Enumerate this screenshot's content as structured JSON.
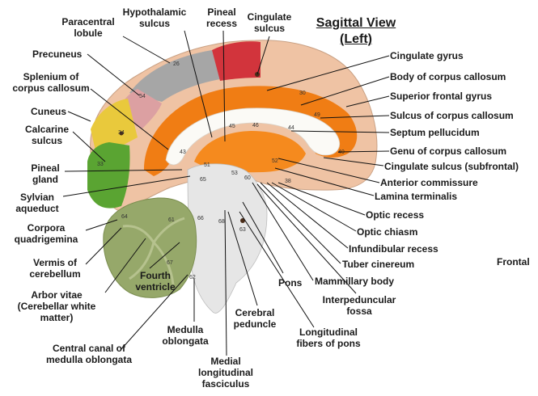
{
  "title": "Sagittal View\n(Left)",
  "orientation_label": "Frontal",
  "labels": {
    "paracentral_lobule": "Paracentral\nlobule",
    "hypothalamic_sulcus": "Hypothalamic\nsulcus",
    "pineal_recess": "Pineal\nrecess",
    "cingulate_sulcus": "Cingulate\nsulcus",
    "precuneus": "Precuneus",
    "splenium": "Splenium of\ncorpus callosum",
    "cuneus": "Cuneus",
    "calcarine_sulcus": "Calcarine\nsulcus",
    "pineal_gland": "Pineal\ngland",
    "sylvian_aqueduct": "Sylvian\naqueduct",
    "corpora_quadrigemina": "Corpora\nquadrigemina",
    "vermis": "Vermis of\ncerebellum",
    "arbor_vitae": "Arbor vitae\n(Cerebellar white\nmatter)",
    "fourth_ventricle": "Fourth\nventricle",
    "central_canal": "Central canal of\nmedulla oblongata",
    "medulla": "Medulla\noblongata",
    "medial_fasciculus": "Medial\nlongitudinal\nfasciculus",
    "cerebral_peduncle": "Cerebral\npeduncle",
    "pons": "Pons",
    "longitudinal_fibers": "Longitudinal\nfibers of pons",
    "interpeduncular_fossa": "Interpeduncular\nfossa",
    "mammillary_body": "Mammillary body",
    "tuber_cinereum": "Tuber cinereum",
    "infundibular_recess": "Infundibular recess",
    "optic_chiasm": "Optic chiasm",
    "optic_recess": "Optic recess",
    "lamina_terminalis": "Lamina terminalis",
    "anterior_commissure": "Anterior commissure",
    "cingulate_sulcus_subfrontal": "Cingulate sulcus (subfrontal)",
    "genu": "Genu of corpus callosum",
    "septum_pellucidum": "Septum pellucidum",
    "sulcus_corpus_callosum": "Sulcus of corpus callosum",
    "superior_frontal_gyrus": "Superior frontal gyrus",
    "body_corpus_callosum": "Body of corpus callosum",
    "cingulate_gyrus": "Cingulate gyrus"
  },
  "model_numbers": {
    "n1": "26",
    "n2": "54",
    "n3": "34",
    "n4": "33",
    "n5": "43",
    "n6": "45",
    "n7": "51",
    "n8": "65",
    "n9": "64",
    "n10": "61",
    "n11": "67",
    "n12": "62",
    "n13": "68",
    "n14": "53",
    "n15": "60",
    "n16": "63",
    "n17": "66",
    "n18": "40",
    "n19": "52",
    "n20": "38",
    "n21": "44",
    "n22": "49",
    "n23": "30",
    "n24": "46"
  },
  "colors": {
    "cortex": "#efc3a4",
    "cingulate": "#f07d14",
    "corpus_callosum": "#fbfaf6",
    "paracentral": "#a6a6a6",
    "pink_gyrus": "#dca0a2",
    "red_region": "#d2343c",
    "yellow": "#e9c93c",
    "green": "#5aa432",
    "cerebellum": "#96a86a",
    "brainstem": "#e6e6e6"
  }
}
